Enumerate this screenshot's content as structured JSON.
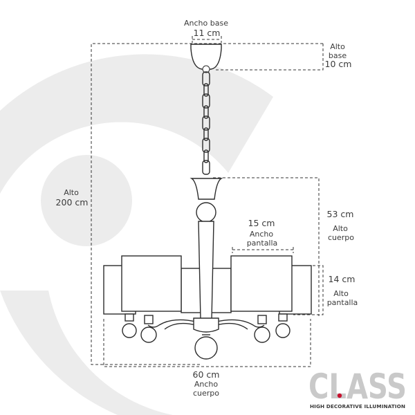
{
  "labels": {
    "ancho_base_title": "Ancho base",
    "ancho_base_value": "11 cm",
    "alto_base_title_1": "Alto",
    "alto_base_title_2": "base",
    "alto_base_value": "10 cm",
    "alto_total_title": "Alto",
    "alto_total_value": "200 cm",
    "alto_cuerpo_value": "53 cm",
    "alto_cuerpo_title_1": "Alto",
    "alto_cuerpo_title_2": "cuerpo",
    "ancho_pantalla_value": "15 cm",
    "ancho_pantalla_title_1": "Ancho",
    "ancho_pantalla_title_2": "pantalla",
    "alto_pantalla_value": "14 cm",
    "alto_pantalla_title_1": "Alto",
    "alto_pantalla_title_2": "pantalla",
    "ancho_cuerpo_value": "60 cm",
    "ancho_cuerpo_title_1": "Ancho",
    "ancho_cuerpo_title_2": "cuerpo"
  },
  "logo": {
    "brand": "CLASS",
    "tagline": "HIGH DECORATIVE ILLUMINATION",
    "accent_color": "#c8102e"
  },
  "colors": {
    "line": "#2c2c2c",
    "watermark": "#ececec",
    "text": "#3a3a3a"
  }
}
